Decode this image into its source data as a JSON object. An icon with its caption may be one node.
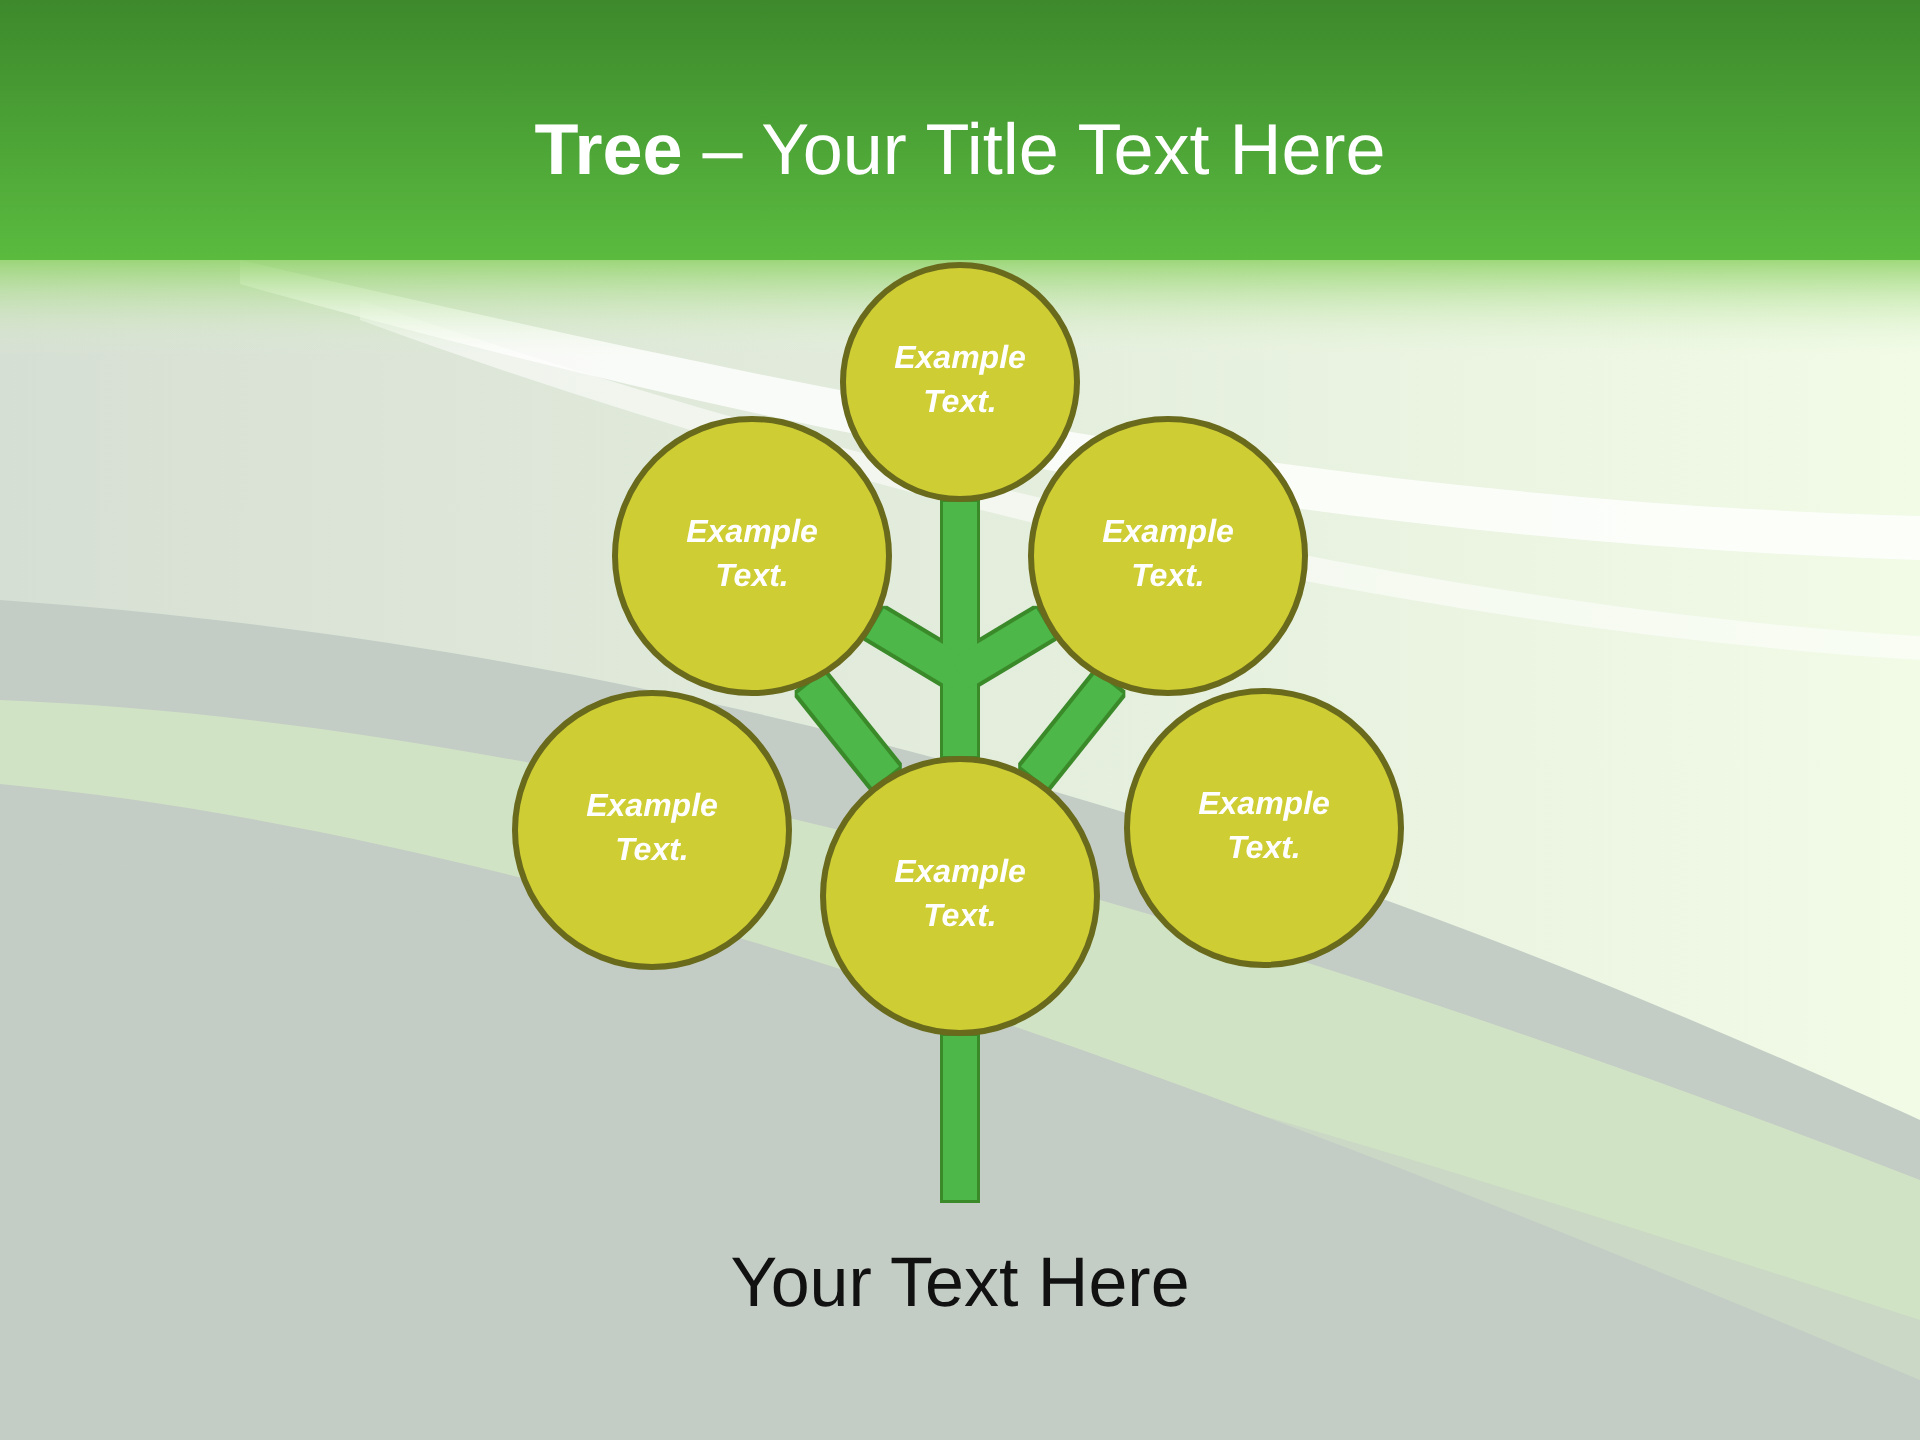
{
  "diagram": {
    "title": "**Tree** – Your Title Text Here",
    "nodes": [
      {
        "text": [
          "Example Text."
        ]
      },
      {
        "text": [
          "Example Text."
        ]
      },
      {
        "text": [
          "Example Text."
        ]
      },
      {
        "text": [
          "Example Text."
        ]
      },
      {
        "text": [
          "Example Text."
        ]
      },
      {
        "text": [
          "Example Text."
        ]
      }
    ],
    "edges": [
      {
        "from": null,
        "to": 4,
        "arrow": "none"
      },
      {
        "from": 4,
        "to": 0,
        "arrow": "none"
      },
      {
        "from": 4,
        "to": 1,
        "arrow": "none"
      },
      {
        "from": 4,
        "to": 2,
        "arrow": "none"
      },
      {
        "from": 4,
        "to": 1,
        "arrow": "none"
      },
      {
        "from": 4,
        "to": 2,
        "arrow": "none"
      }
    ],
    "caption": "Your Text Here"
  }
}
